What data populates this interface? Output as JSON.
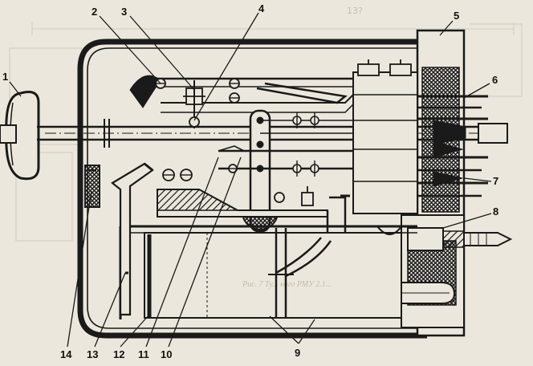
{
  "diagram": {
    "background_color": "#ece7dc",
    "ink_color": "#1a1a1a",
    "callouts": [
      "1",
      "2",
      "3",
      "4",
      "5",
      "6",
      "7",
      "8",
      "9",
      "10",
      "11",
      "12",
      "13",
      "14"
    ],
    "bleed_through": {
      "dimension": "13?",
      "caption": "Рис. 7 Ту... кого РМУ 2.1..."
    }
  }
}
